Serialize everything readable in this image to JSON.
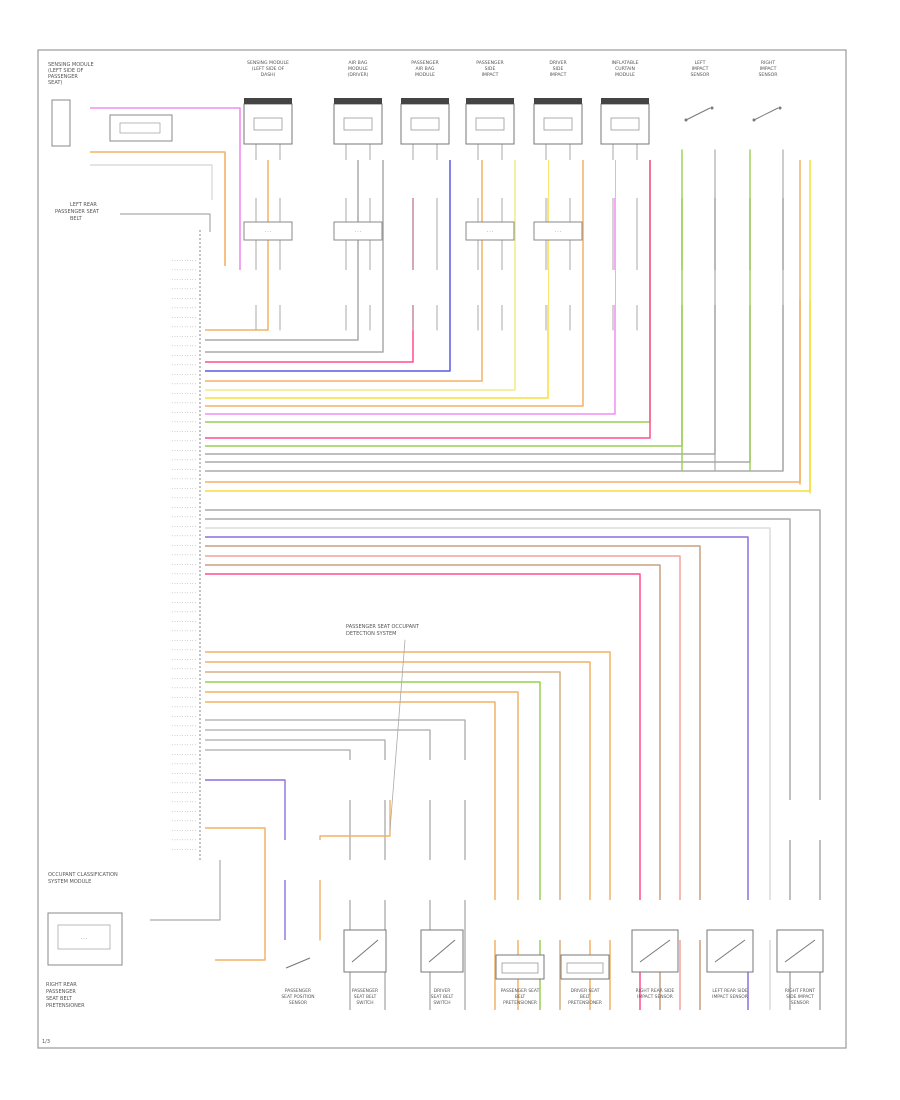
{
  "colors": {
    "frame": "#9a9a9a",
    "gray": "#aaaaaa",
    "orange": "#f3b266",
    "pink": "#ff4f8f",
    "magenta": "#f08ef0",
    "yellow": "#f5df3a",
    "lightyellow": "#f3ec8a",
    "green": "#98cf54",
    "brown": "#c8a080",
    "violet": "#8f6fe0",
    "blue": "#5a5ae6",
    "salmon": "#f2a39a",
    "tan": "#d7b089",
    "white": "#dcdcdc"
  },
  "labels": {
    "top_left_block": [
      "SENSING MODULE",
      "(LEFT SIDE OF",
      "PASSENGER",
      "SEAT)"
    ],
    "module_left_block": [
      "LEFT REAR",
      "PASSENGER SEAT",
      "BELT"
    ],
    "passenger_note": [
      "PASSENGER SEAT OCCUPANT",
      "DETECTION SYSTEM"
    ],
    "ocs_block": [
      "OCCUPANT CLASSIFICATION",
      "SYSTEM MODULE"
    ],
    "bottom_left_block": [
      "RIGHT REAR",
      "PASSENGER",
      "SEAT BELT",
      "PRETENSIONER"
    ],
    "footer": "1/3"
  },
  "top_components": [
    {
      "label": [
        "SENSING MODULE",
        "(LEFT SIDE OF",
        "DASH)"
      ]
    },
    {
      "label": [
        "AIR BAG",
        "MODULE",
        "(DRIVER)"
      ]
    },
    {
      "label": [
        "PASSENGER",
        "AIR BAG",
        "MODULE"
      ]
    },
    {
      "label": [
        "PASSENGER",
        "SIDE",
        "IMPACT"
      ]
    },
    {
      "label": [
        "DRIVER",
        "SIDE",
        "IMPACT"
      ]
    },
    {
      "label": [
        "INFLATABLE",
        "CURTAIN",
        "MODULE"
      ]
    },
    {
      "label": [
        "LEFT",
        "IMPACT",
        "SENSOR"
      ]
    },
    {
      "label": [
        "RIGHT",
        "IMPACT",
        "SENSOR"
      ]
    }
  ],
  "bottom_components": [
    {
      "label": [
        "PASSENGER",
        "SEAT POSITION",
        "SENSOR"
      ]
    },
    {
      "label": [
        "PASSENGER",
        "SEAT BELT",
        "SWITCH"
      ]
    },
    {
      "label": [
        "DRIVER",
        "SEAT BELT",
        "SWITCH"
      ]
    },
    {
      "label": [
        "PASSENGER SEAT",
        "BELT",
        "PRETENSIONER"
      ]
    },
    {
      "label": [
        "DRIVER SEAT",
        "BELT",
        "PRETENSIONER"
      ]
    },
    {
      "label": [
        "RIGHT REAR SIDE",
        "IMPACT SENSOR"
      ]
    },
    {
      "label": [
        "LEFT REAR SIDE",
        "IMPACT SENSOR"
      ]
    },
    {
      "label": [
        "RIGHT FRONT",
        "SIDE IMPACT",
        "SENSOR"
      ]
    }
  ]
}
